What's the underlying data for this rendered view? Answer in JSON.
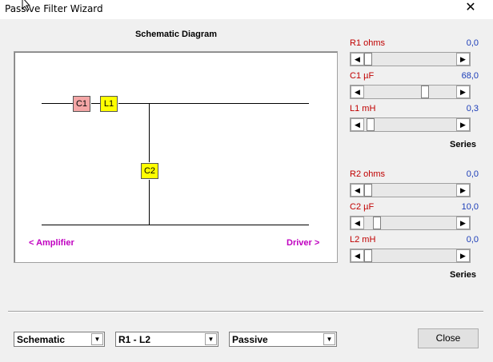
{
  "window": {
    "title": "Passive Filter Wizard"
  },
  "schematic": {
    "title": "Schematic Diagram",
    "components": {
      "c1": "C1",
      "l1": "L1",
      "c2": "C2"
    },
    "amp_label": "<  Amplifier",
    "driver_label": "Driver  >"
  },
  "params": {
    "r1": {
      "label": "R1  ohms",
      "value": "0,0",
      "level": 0.0
    },
    "c1": {
      "label": "C1  µF",
      "value": "68,0",
      "level": 0.68
    },
    "l1": {
      "label": "L1  mH",
      "value": "0,3",
      "level": 0.03
    },
    "series1": "Series",
    "r2": {
      "label": "R2  ohms",
      "value": "0,0",
      "level": 0.0
    },
    "c2": {
      "label": "C2  µF",
      "value": "10,0",
      "level": 0.1
    },
    "l2": {
      "label": "L2  mH",
      "value": "0,0",
      "level": 0.0
    },
    "series2": "Series"
  },
  "controls": {
    "view_select": "Schematic",
    "section_select": "R1 - L2",
    "type_select": "Passive",
    "close_label": "Close"
  },
  "colors": {
    "capacitor_c1": "#f4a6a6",
    "inductor": "#ffff00",
    "capacitor_c2": "#ffff00",
    "label_red": "#c00000",
    "value_blue": "#1a3cb8",
    "nav_magenta": "#c000c0"
  }
}
